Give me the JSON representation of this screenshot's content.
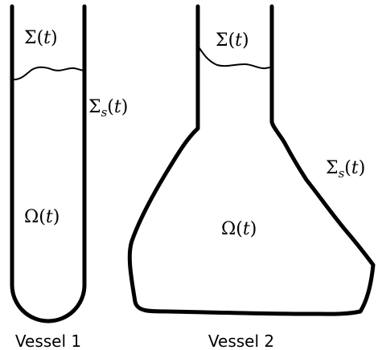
{
  "vessels": [
    {
      "caption": "Vessel 1",
      "labels": {
        "free_surface": {
          "symbol": "Σ",
          "var": "t"
        },
        "solid_surface": {
          "symbol": "Σ",
          "sub": "s",
          "var": "t"
        },
        "domain": {
          "symbol": "Ω",
          "var": "t"
        }
      }
    },
    {
      "caption": "Vessel 2",
      "labels": {
        "free_surface": {
          "symbol": "Σ",
          "var": "t"
        },
        "solid_surface": {
          "symbol": "Σ",
          "sub": "s",
          "var": "t"
        },
        "domain": {
          "symbol": "Ω",
          "var": "t"
        }
      }
    }
  ],
  "colors": {
    "outline": "#000000",
    "background": "#ffffff"
  }
}
